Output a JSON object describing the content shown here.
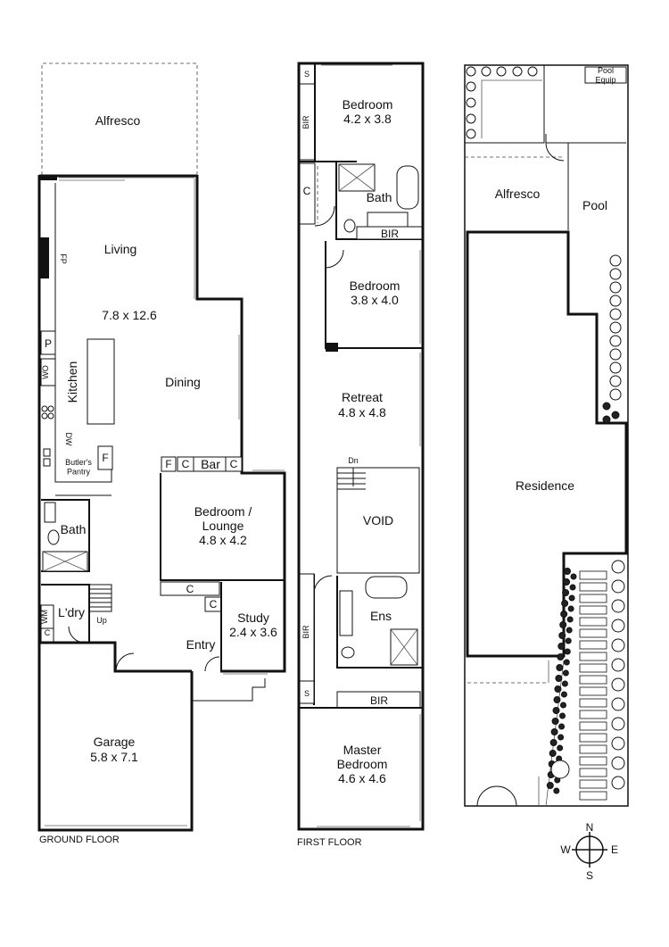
{
  "ground_floor": {
    "caption": "GROUND FLOOR",
    "alfresco": "Alfresco",
    "fp": "FP",
    "living": "Living",
    "living_size": "7.8 x 12.6",
    "pantry_p": "P",
    "wo": "WO",
    "kitchen": "Kitchen",
    "dw": "DW",
    "dining": "Dining",
    "butlers_pantry": "Butler's\nPantry",
    "butlers_f": "F",
    "bar_f": "F",
    "bar_c1": "C",
    "bar": "Bar",
    "bar_c2": "C",
    "bedroom_lounge": "Bedroom /\nLounge",
    "bedroom_lounge_size": "4.8 x 4.2",
    "bath": "Bath",
    "c_lower": "C",
    "c_study": "C",
    "study": "Study",
    "study_size": "2.4 x 3.6",
    "ldry": "L'dry",
    "wm": "WM",
    "c_ldry": "C",
    "up": "Up",
    "entry": "Entry",
    "garage": "Garage",
    "garage_size": "5.8 x 7.1"
  },
  "first_floor": {
    "caption": "FIRST FLOOR",
    "s_top": "S",
    "bedroom1": "Bedroom",
    "bedroom1_size": "4.2 x 3.8",
    "bir_top": "BIR",
    "c": "C",
    "bath": "Bath",
    "bir_bath": "BIR",
    "bedroom2": "Bedroom",
    "bedroom2_size": "3.8 x 4.0",
    "retreat": "Retreat",
    "retreat_size": "4.8 x 4.8",
    "dn": "Dn",
    "void": "VOID",
    "bir_left": "BIR",
    "ens": "Ens",
    "s_bottom": "S",
    "bir_master": "BIR",
    "master": "Master\nBedroom",
    "master_size": "4.6 x 4.6"
  },
  "site_plan": {
    "pool_equip": "Pool\nEquip",
    "alfresco": "Alfresco",
    "pool": "Pool",
    "residence": "Residence"
  },
  "compass": {
    "n": "N",
    "e": "E",
    "s": "S",
    "w": "W"
  }
}
